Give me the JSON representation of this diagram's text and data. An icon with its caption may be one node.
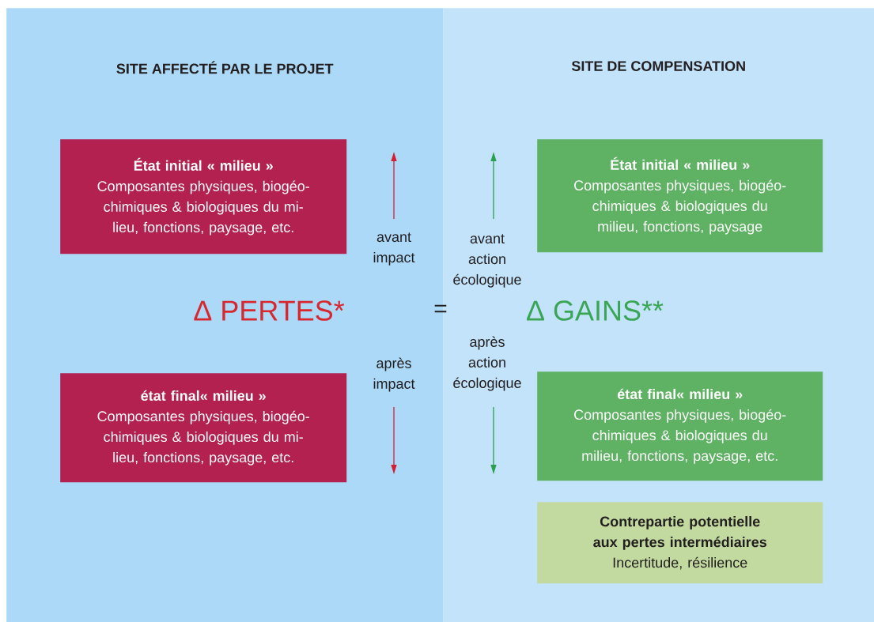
{
  "diagram": {
    "nodes": [
      {
        "text": [
          "SITE AFFECTÉ PAR LE PROJET"
        ]
      },
      {
        "text": [
          "SITE DE COMPENSATION"
        ]
      },
      {
        "text": [
          "État initial « milieu »",
          "Composantes physiques, biogéo-chimiques & biologiques du mi- lieu, fonctions, paysage, etc."
        ],
        "in": 0
      },
      {
        "text": [
          "État initial « milieu »",
          "Composantes physiques, biogéo-chimiques & biologiques du milieu, fonctions, paysage"
        ],
        "in": 1
      },
      {
        "text": [
          "état final« milieu »",
          "Composantes physiques, biogéo-chimiques & biologiques du mi- lieu, fonctions, paysage, etc."
        ],
        "in": 0
      },
      {
        "text": [
          "état final« milieu »",
          "Composantes physiques, biogéo-chimiques & biologiques du milieu, fonctions, paysage, etc."
        ],
        "in": 1
      },
      {
        "text": [
          "Contrepartie potentielle aux pertes intermédiaires",
          "Incertitude, résilience"
        ],
        "in": 1
      }
    ],
    "labels": [
      "Δ  PERTES*",
      "=",
      "Δ GAINS**",
      "avant impact",
      "après impact",
      "avant action écologique",
      "après action écologique"
    ]
  }
}
